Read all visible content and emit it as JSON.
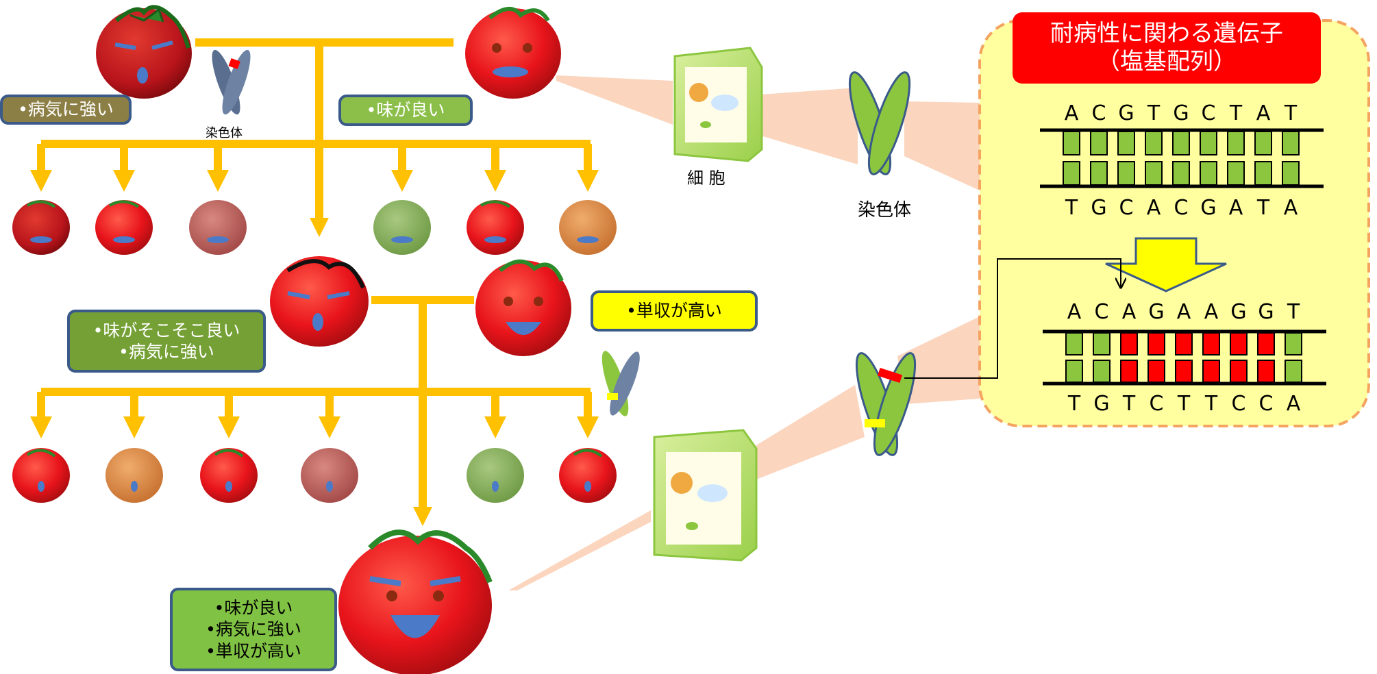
{
  "labels": {
    "disease": "•病気に強い",
    "taste_good": "•味が良い",
    "taste_ok": "•味がそこそこ良い",
    "disease2": "•病気に強い",
    "yield_high": "•単収が高い",
    "final1": "•味が良い",
    "final2": "•病気に強い",
    "final3": "•単収が高い",
    "chromosome_small": "染色体",
    "cell": "細 胞",
    "chromosome_big": "染色体"
  },
  "gene_panel": {
    "title_line1": "耐病性に関わる遺伝子",
    "title_line2": "（塩基配列）",
    "seq1_top": [
      "A",
      "C",
      "G",
      "T",
      "G",
      "C",
      "T",
      "A",
      "T"
    ],
    "seq1_bottom": [
      "T",
      "G",
      "C",
      "A",
      "C",
      "G",
      "A",
      "T",
      "A"
    ],
    "seq2_top": [
      "A",
      "C",
      "A",
      "G",
      "A",
      "A",
      "G",
      "G",
      "T"
    ],
    "seq2_bottom": [
      "T",
      "G",
      "T",
      "C",
      "T",
      "T",
      "C",
      "C",
      "A"
    ]
  },
  "colors": {
    "arrow": "#ffc000",
    "tomato": "#e8141b",
    "chromosome_green": "#8cc63f",
    "panel_bg": "#ffffa0",
    "panel_border": "#f4a460",
    "mutation": "#ff0000",
    "beam": "#fbd5bd"
  }
}
